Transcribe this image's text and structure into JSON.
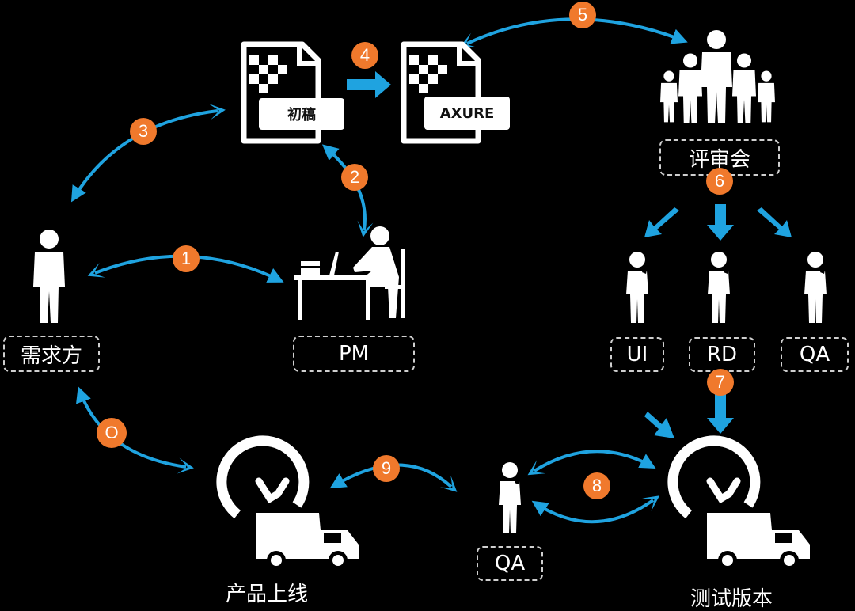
{
  "docs": {
    "draft": "初稿",
    "axure": "AXURE"
  },
  "labels": {
    "requester": "需求方",
    "pm": "PM",
    "review": "评审会",
    "ui": "UI",
    "rd": "RD",
    "qa_role": "QA",
    "qa": "QA",
    "release": "产品上线",
    "test": "测试版本"
  },
  "steps": {
    "s0": "O",
    "s1": "1",
    "s2": "2",
    "s3": "3",
    "s4": "4",
    "s5": "5",
    "s6": "6",
    "s7": "7",
    "s8": "8",
    "s9": "9"
  },
  "colors": {
    "arrow": "#1fa3e0",
    "badge": "#f0792c",
    "icon": "#ffffff",
    "background": "#000000"
  }
}
